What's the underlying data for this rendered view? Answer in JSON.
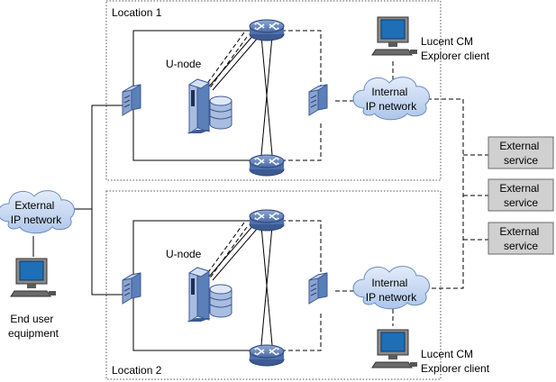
{
  "location1": {
    "label": "Location 1",
    "unode_label": "U-node",
    "cloud_lines": [
      "Internal",
      "IP network"
    ],
    "client_lines": [
      "Lucent CM",
      "Explorer client"
    ]
  },
  "location2": {
    "label": "Location 2",
    "unode_label": "U-node",
    "cloud_lines": [
      "Internal",
      "IP network"
    ],
    "client_lines": [
      "Lucent CM",
      "Explorer client"
    ]
  },
  "external_network": {
    "lines": [
      "External",
      "IP network"
    ]
  },
  "end_user": {
    "lines": [
      "End user",
      "equipment"
    ]
  },
  "external_services": [
    {
      "lines": [
        "External",
        "service"
      ]
    },
    {
      "lines": [
        "External",
        "service"
      ]
    },
    {
      "lines": [
        "External",
        "service"
      ]
    }
  ],
  "colors": {
    "device_blue": "#5b7fb9",
    "device_light": "#a9bde0",
    "cloud": "#c8d8f0",
    "service_box": "#d0d0d0"
  },
  "icons": [
    "router-icon",
    "switch-icon",
    "server-icon",
    "database-icon",
    "cloud-icon",
    "computer-icon"
  ]
}
